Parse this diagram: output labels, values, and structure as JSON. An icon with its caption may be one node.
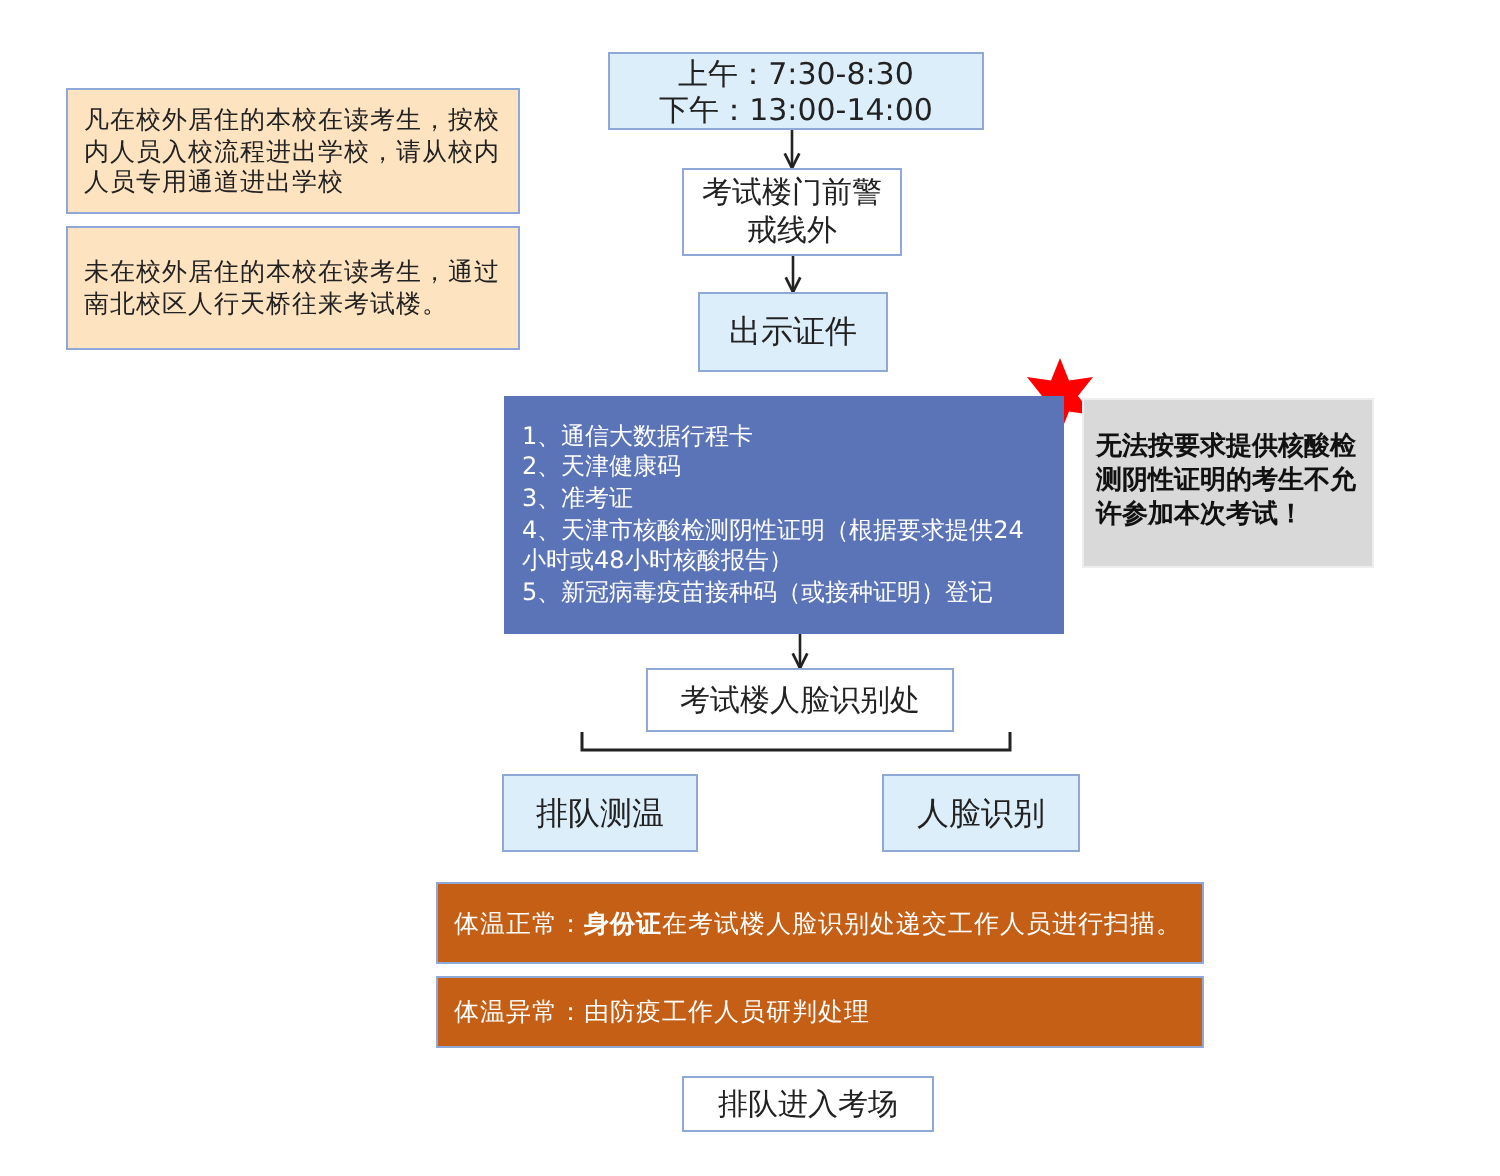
{
  "diagram": {
    "nodes": [
      {
        "text": [
          "凡在校外居住的本校在读考生，按校内人员入校流程进出学校，请从校内人员专用通道进出学校"
        ]
      },
      {
        "text": [
          "未在校外居住的本校在读考生，通过南北校区人行天桥往来考试楼。"
        ]
      },
      {
        "text": [
          "上午：7:30-8:30",
          "下午：13:00-14:00"
        ]
      },
      {
        "text": [
          "考试楼门前警戒线外"
        ]
      },
      {
        "text": [
          "出示证件"
        ]
      },
      {
        "text": [
          "1、通信大数据行程卡",
          "2、天津健康码",
          "3、准考证",
          "4、天津市核酸检测阴性证明（根据要求提供24小时或48小时核酸报告）",
          "5、新冠病毒疫苗接种码（或接种证明）登记"
        ]
      },
      {
        "text": [
          "无法按要求提供核酸检测阴性证明的考生不允许参加本次考试！"
        ]
      },
      {
        "text": [
          "考试楼人脸识别处"
        ]
      },
      {
        "text": [
          "排队测温"
        ]
      },
      {
        "text": [
          "人脸识别"
        ]
      },
      {
        "text": [
          "体温正常：**身份证**在考试楼人脸识别处递交工作人员进行扫描。"
        ]
      },
      {
        "text": [
          "体温异常：由防疫工作人员研判处理"
        ]
      },
      {
        "text": [
          "排队进入考场"
        ]
      }
    ],
    "edges": [
      {
        "from": 2,
        "to": 3,
        "arrow": "to"
      },
      {
        "from": 3,
        "to": 4,
        "arrow": "to"
      },
      {
        "from": 5,
        "to": 7,
        "arrow": "to"
      }
    ]
  }
}
